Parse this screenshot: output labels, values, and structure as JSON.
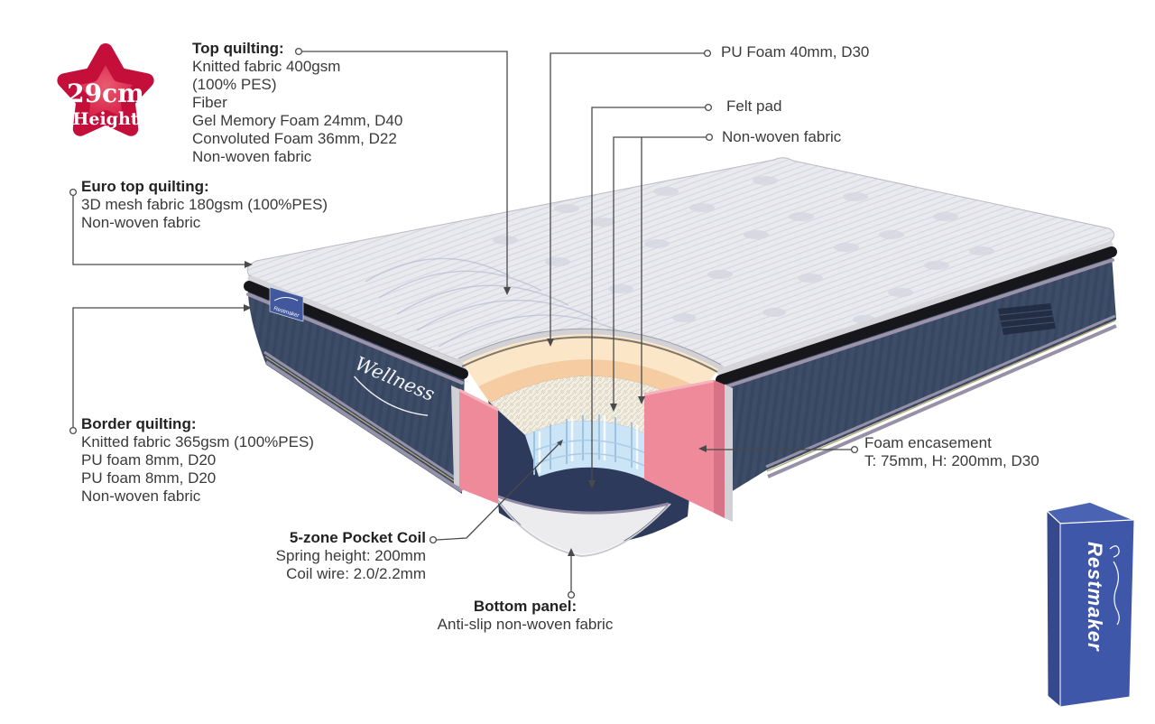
{
  "badge": {
    "value": "29cm",
    "label": "Height"
  },
  "labels": {
    "top_quilting": {
      "title": "Top quilting:",
      "lines": [
        "Knitted fabric 400gsm",
        "(100% PES)",
        "Fiber",
        "Gel Memory Foam 24mm, D40",
        "Convoluted Foam 36mm, D22",
        "Non-woven fabric"
      ]
    },
    "euro_top": {
      "title": "Euro top quilting:",
      "lines": [
        "3D mesh fabric 180gsm (100%PES)",
        "Non-woven fabric"
      ]
    },
    "border": {
      "title": "Border quilting:",
      "lines": [
        "Knitted fabric 365gsm (100%PES)",
        "PU foam 8mm, D20",
        "PU foam 8mm, D20",
        "Non-woven fabric"
      ]
    },
    "pocket_coil": {
      "title": "5-zone Pocket Coil",
      "lines": [
        "Spring height: 200mm",
        "Coil wire:  2.0/2.2mm"
      ]
    },
    "bottom_panel": {
      "title": "Bottom panel:",
      "lines": [
        "Anti-slip non-woven fabric"
      ]
    },
    "pu_foam": "PU Foam 40mm, D30",
    "felt_pad": "Felt pad",
    "non_woven": "Non-woven fabric",
    "foam_encasement": {
      "title": "Foam encasement",
      "lines": [
        "T: 75mm, H: 200mm, D30"
      ]
    }
  },
  "mattress": {
    "brand_label": "Restmaker",
    "side_logo": "Wellness"
  },
  "box": {
    "brand": "Restmaker"
  },
  "colors": {
    "badge": "#cd1140",
    "badge_hi": "#e9566c",
    "box_front": "#3e57a8",
    "box_side": "#36498f",
    "box_top": "#4a63b2",
    "border_fabric": "#3d4d68",
    "inner_navy": "#2e3a5b",
    "encasement_pink": "#ee8a9a",
    "encasement_side": "#d87287",
    "foam_outer": "#fbe7c8",
    "foam_inner": "#f6cda2",
    "felt": "#f3efe4",
    "coil_blue": "#cbe4f6",
    "top_fabric": "#e9e9ee",
    "line": "#4a4a4a"
  }
}
